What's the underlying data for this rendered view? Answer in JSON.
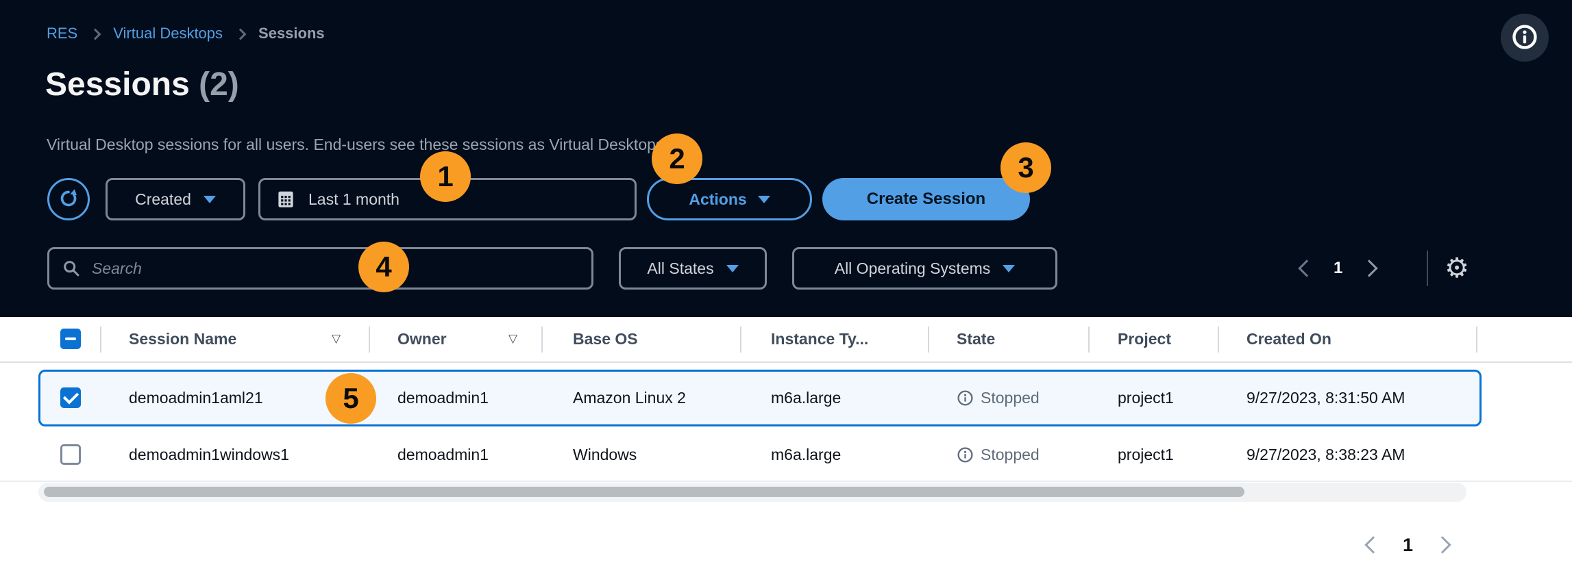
{
  "breadcrumb": {
    "items": [
      "RES",
      "Virtual Desktops",
      "Sessions"
    ]
  },
  "page": {
    "title": "Sessions",
    "count": "(2)",
    "description": "Virtual Desktop sessions for all users. End-users see these sessions as Virtual Desktops."
  },
  "toolbar": {
    "group_by_label": "Created",
    "date_range_value": "Last 1 month",
    "actions_label": "Actions",
    "create_session_label": "Create Session"
  },
  "filters": {
    "search_placeholder": "Search",
    "state_filter_label": "All States",
    "os_filter_label": "All Operating Systems"
  },
  "top_pagination": {
    "page": "1"
  },
  "table": {
    "columns": [
      {
        "label": "Session Name",
        "sortable": true
      },
      {
        "label": "Owner",
        "sortable": true
      },
      {
        "label": "Base OS",
        "sortable": false
      },
      {
        "label": "Instance Ty...",
        "sortable": false
      },
      {
        "label": "State",
        "sortable": false
      },
      {
        "label": "Project",
        "sortable": false
      },
      {
        "label": "Created On",
        "sortable": false
      }
    ],
    "rows": [
      {
        "session_name": "demoadmin1aml21",
        "owner": "demoadmin1",
        "base_os": "Amazon Linux 2",
        "instance_type": "m6a.large",
        "state": "Stopped",
        "project": "project1",
        "created_on": "9/27/2023, 8:31:50 AM",
        "selected": true,
        "checked": true
      },
      {
        "session_name": "demoadmin1windows1",
        "owner": "demoadmin1",
        "base_os": "Windows",
        "instance_type": "m6a.large",
        "state": "Stopped",
        "project": "project1",
        "created_on": "9/27/2023, 8:38:23 AM",
        "selected": false,
        "checked": false
      }
    ]
  },
  "bottom_pagination": {
    "page": "1"
  },
  "annotations": {
    "badges": [
      "1",
      "2",
      "3",
      "4",
      "5"
    ]
  },
  "icons": {
    "gear_glyph": "⚙",
    "sort_glyph": "▽"
  },
  "colors": {
    "accent_blue": "#539fe5",
    "link_blue": "#0972d3",
    "badge_orange": "#f89c24",
    "dark_background": "#030c1b",
    "selected_row_bg": "#f2f8fd",
    "status_gray": "#5f6b7a"
  }
}
